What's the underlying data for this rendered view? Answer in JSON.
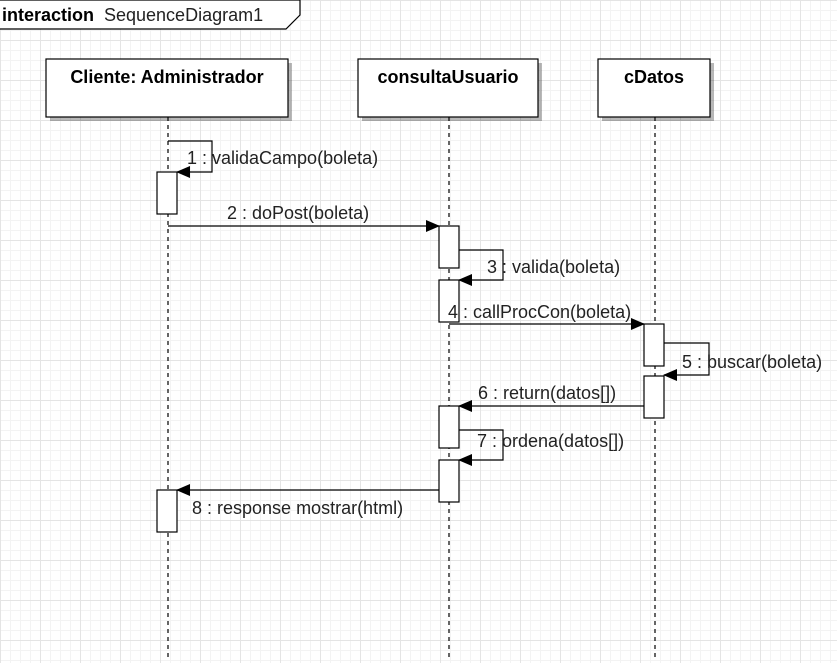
{
  "frame": {
    "keyword": "interaction",
    "name": "SequenceDiagram1"
  },
  "lifelines": [
    {
      "id": "cliente",
      "title": "Cliente: Administrador"
    },
    {
      "id": "consulta",
      "title": "consultaUsuario"
    },
    {
      "id": "cdatos",
      "title": "cDatos"
    }
  ],
  "messages": [
    {
      "id": "m1",
      "label": "1 : validaCampo(boleta)",
      "from": "cliente",
      "to": "cliente"
    },
    {
      "id": "m2",
      "label": "2 : doPost(boleta)",
      "from": "cliente",
      "to": "consulta"
    },
    {
      "id": "m3",
      "label": "3 : valida(boleta)",
      "from": "consulta",
      "to": "consulta"
    },
    {
      "id": "m4",
      "label": "4 : callProcCon(boleta)",
      "from": "consulta",
      "to": "cdatos"
    },
    {
      "id": "m5",
      "label": "5 : buscar(boleta)",
      "from": "cdatos",
      "to": "cdatos"
    },
    {
      "id": "m6",
      "label": "6 : return(datos[])",
      "from": "cdatos",
      "to": "consulta"
    },
    {
      "id": "m7",
      "label": "7 : ordena(datos[])",
      "from": "consulta",
      "to": "consulta"
    },
    {
      "id": "m8",
      "label": "8 : response mostrar(html)",
      "from": "consulta",
      "to": "cliente"
    }
  ]
}
